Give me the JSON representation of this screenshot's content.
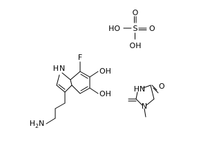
{
  "molecules": {
    "sulfuric_acid": {
      "atom_labels": {
        "ho_top": "HO",
        "s": "S",
        "o_right": "O",
        "o_top": "O",
        "oh_bottom": "OH"
      }
    },
    "indole": {
      "atom_labels": {
        "f": "F",
        "nh": "N",
        "h": "H",
        "oh_upper": "OH",
        "oh_lower": "OH",
        "nh2_n": "N",
        "nh2_h": "H",
        "nh2_sub": "2"
      }
    },
    "imidazolone": {
      "atom_labels": {
        "o": "O",
        "hn": "HN",
        "n": "N",
        "n_methyl": "N"
      },
      "note_none": ""
    }
  },
  "colors": {
    "bond": "#000000",
    "text": "#000000",
    "background": "#ffffff"
  }
}
